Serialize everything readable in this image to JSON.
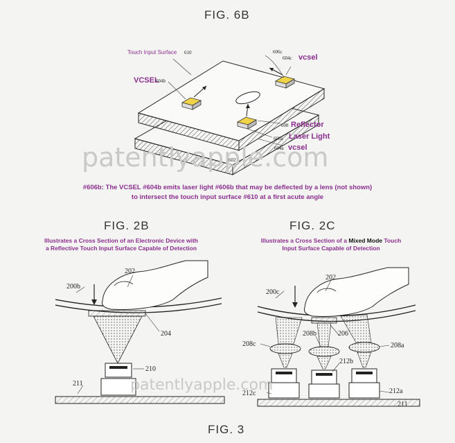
{
  "fig6b": {
    "title": "FIG. 6B",
    "labels": {
      "touch_surface": "Touch Input Surface",
      "touch_surface_num": "610",
      "vcsel_left": "VCSEL",
      "vcsel_left_num": "604b",
      "vcsel_top": "vcsel",
      "vcsel_top_num_a": "606c",
      "vcsel_top_num_b": "604c",
      "reflector": "Reflector",
      "reflector_num": "608",
      "laser_light": "Laser Light",
      "laser_light_num": "606a",
      "vcsel_bottom": "vcsel",
      "vcsel_bottom_num": "604a",
      "base_num": "602"
    },
    "caption_line1": "#606b: The VCSEL #604b emits laser light #606b that may be deflected by a lens (not shown)",
    "caption_line2": "to intersect the touch input surface #610 at a first acute angle"
  },
  "fig2b": {
    "title": "FIG. 2B",
    "caption_line1": "Illustrates a Cross Section of an Electronic Device with",
    "caption_line2": "a Reflective Touch Input Surface Capable of Detection",
    "labels": {
      "device": "200b",
      "finger": "202",
      "reflector": "204",
      "sensor": "210",
      "base": "211"
    }
  },
  "fig2c": {
    "title": "FIG. 2C",
    "caption_line1_pre": "Illustrates a Cross Section of a",
    "caption_line1_highlight": "Mixed Mode",
    "caption_line1_post": "Touch",
    "caption_line2": "Input Surface Capable of Detection",
    "labels": {
      "device": "200c",
      "finger": "202",
      "lens_c": "208c",
      "lens_b": "208b",
      "lens_a": "208a",
      "reflector": "206",
      "sensor_b": "212b",
      "sensor_a": "212a",
      "sensor_c": "212c",
      "base": "211"
    }
  },
  "fig3": {
    "title": "FIG. 3"
  },
  "watermark": "patentlyapple.com"
}
